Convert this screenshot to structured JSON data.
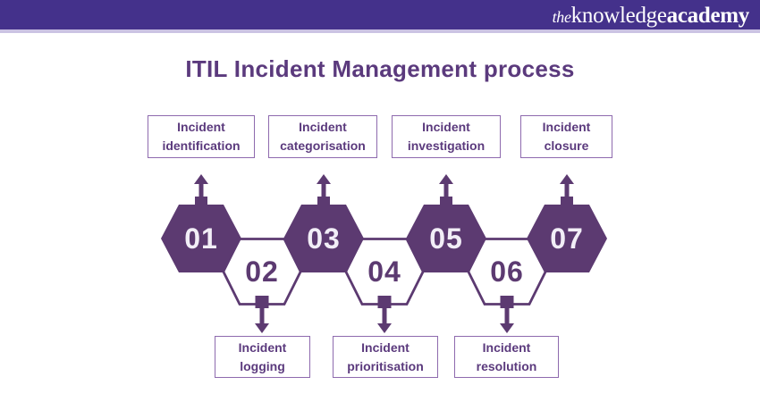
{
  "header": {
    "logo_the": "the",
    "logo_knowledge": "knowledge",
    "logo_academy": "academy"
  },
  "title": "ITIL Incident Management process",
  "steps": [
    {
      "number": "01",
      "label": "Incident identification",
      "connector": "up",
      "style": "filled"
    },
    {
      "number": "02",
      "label": "Incident logging",
      "connector": "down",
      "style": "outline"
    },
    {
      "number": "03",
      "label": "Incident categorisation",
      "connector": "up",
      "style": "filled"
    },
    {
      "number": "04",
      "label": "Incident prioritisation",
      "connector": "down",
      "style": "outline"
    },
    {
      "number": "05",
      "label": "Incident investigation",
      "connector": "up",
      "style": "filled"
    },
    {
      "number": "06",
      "label": "Incident resolution",
      "connector": "down",
      "style": "outline"
    },
    {
      "number": "07",
      "label": "Incident closure",
      "connector": "up",
      "style": "filled"
    }
  ],
  "colors": {
    "header_bar": "#44318B",
    "header_divider": "#CBC3E3",
    "accent_purple": "#5C3A71",
    "title_text": "#5B3A7D",
    "box_border": "#8E6AAE",
    "box_text": "#5B3A7D",
    "number_on_filled": "#F2EEF7",
    "background": "#FFFFFF"
  }
}
